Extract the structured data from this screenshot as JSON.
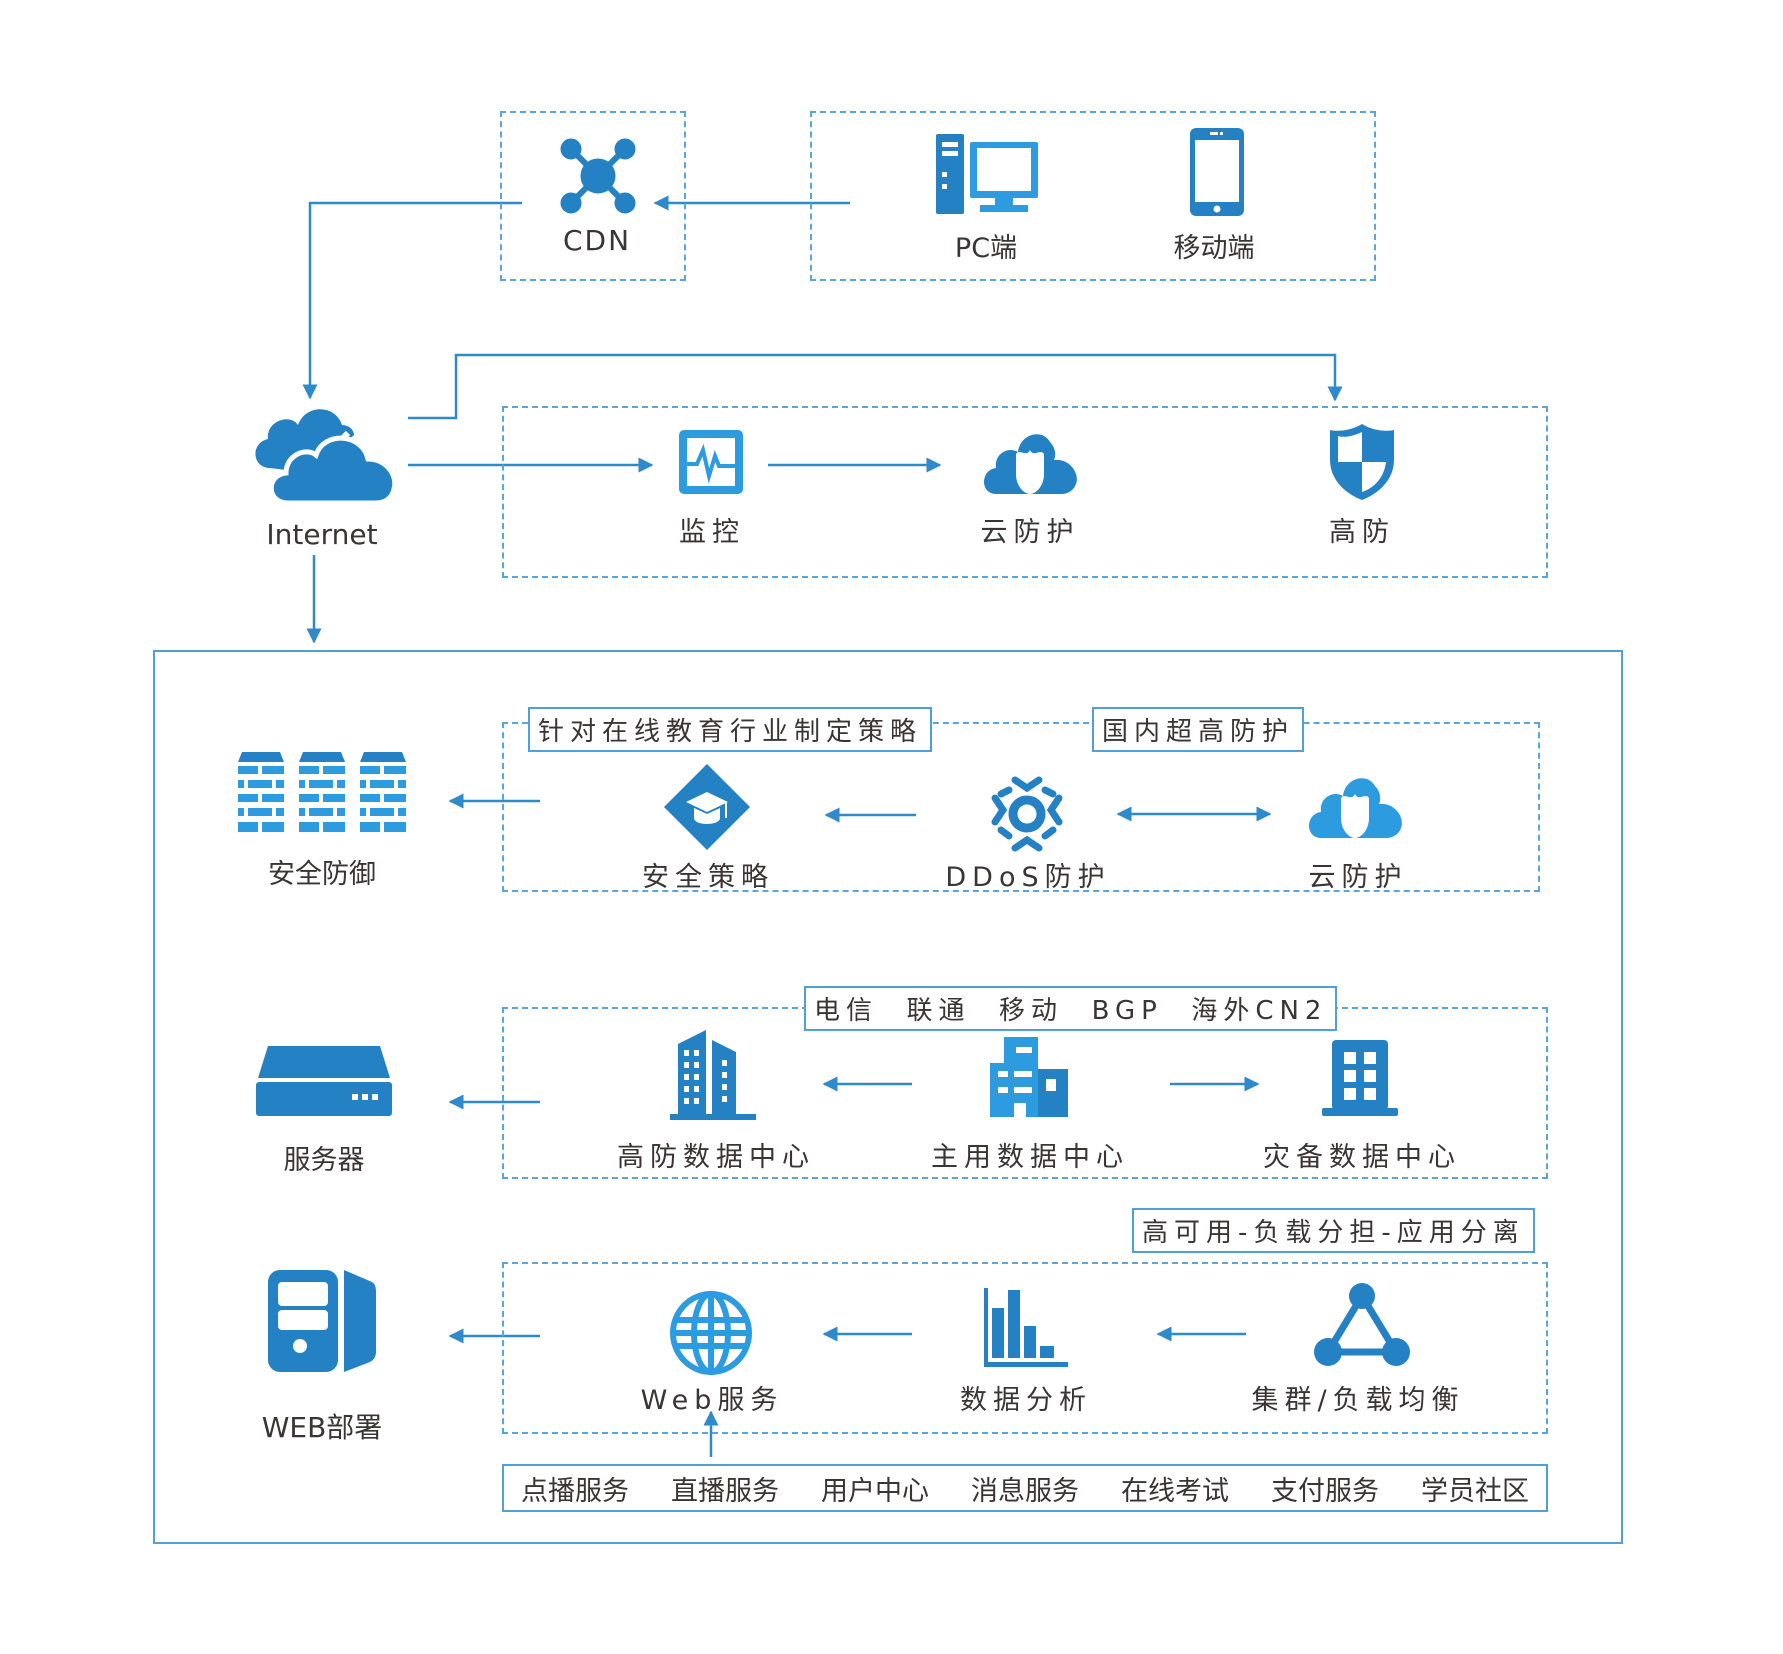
{
  "colors": {
    "icon_blue": "#2381c4",
    "icon_light": "#2d9be0",
    "line": "#2f8acb",
    "border": "#5aa6da",
    "text": "#3a3434"
  },
  "top": {
    "cdn": {
      "label": "CDN",
      "icon": "network-hub-icon"
    },
    "clients": [
      {
        "label": "PC端",
        "icon": "desktop-pc-icon"
      },
      {
        "label": "移动端",
        "icon": "mobile-phone-icon"
      }
    ]
  },
  "internet": {
    "label": "Internet",
    "icon": "cloud-icon"
  },
  "protection_row": [
    {
      "label": "监控",
      "icon": "monitor-pulse-icon"
    },
    {
      "label": "云防护",
      "icon": "cloud-shield-icon"
    },
    {
      "label": "高防",
      "icon": "shield-icon"
    }
  ],
  "main": {
    "security": {
      "side": {
        "label": "安全防御",
        "icon": "firewall-icon"
      },
      "tags": [
        "针对在线教育行业制定策略",
        "国内超高防护"
      ],
      "items": [
        {
          "label": "安全策略",
          "icon": "graduation-diamond-icon"
        },
        {
          "label": "DDoS防护",
          "icon": "gear-icon"
        },
        {
          "label": "云防护",
          "icon": "cloud-shield-icon"
        }
      ]
    },
    "datacenter": {
      "side": {
        "label": "服务器",
        "icon": "server-icon"
      },
      "tag": "电信  联通  移动  BGP  海外CN2",
      "items": [
        {
          "label": "高防数据中心",
          "icon": "tall-building-icon"
        },
        {
          "label": "主用数据中心",
          "icon": "office-building-icon"
        },
        {
          "label": "灾备数据中心",
          "icon": "building-icon"
        }
      ]
    },
    "web": {
      "side": {
        "label": "WEB部署",
        "icon": "computer-tower-icon"
      },
      "tag": "高可用-负载分担-应用分离",
      "items": [
        {
          "label": "Web服务",
          "icon": "globe-icon"
        },
        {
          "label": "数据分析",
          "icon": "bar-chart-icon"
        },
        {
          "label": "集群/负载均衡",
          "icon": "cluster-triangle-icon"
        }
      ]
    },
    "services": [
      "点播服务",
      "直播服务",
      "用户中心",
      "消息服务",
      "在线考试",
      "支付服务",
      "学员社区"
    ]
  }
}
